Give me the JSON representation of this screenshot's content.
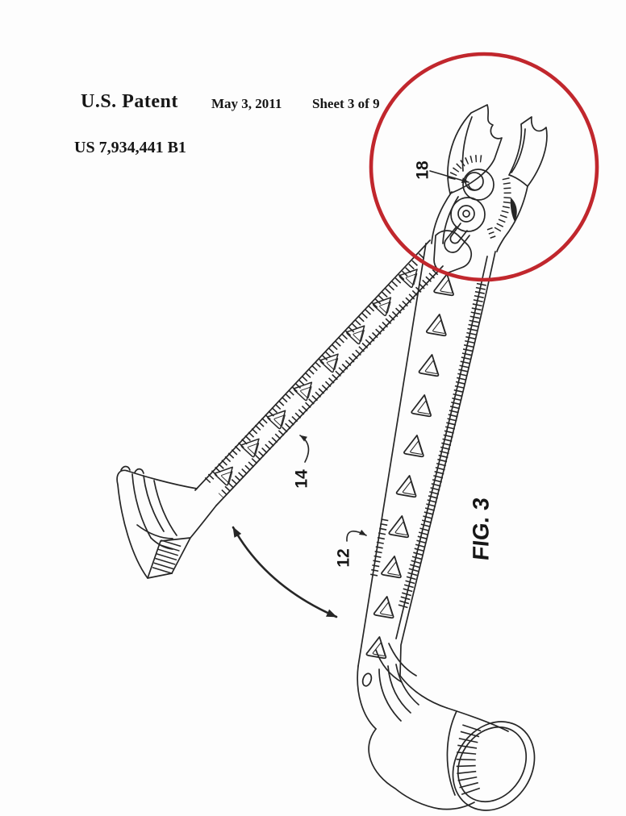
{
  "header": {
    "publication": "U.S. Patent",
    "date": "May 3, 2011",
    "sheet": "Sheet 3 of 9",
    "number": "US 7,934,441 B1"
  },
  "figure": {
    "caption": "FIG. 3",
    "ref_labels": {
      "pivot": "18",
      "crowbar_arm": "14",
      "handle_arm": "12"
    }
  },
  "annotation": {
    "shape": "circle",
    "color": "#c1272d"
  },
  "colors": {
    "ink": "#262626",
    "paper": "#fdfdfd"
  }
}
